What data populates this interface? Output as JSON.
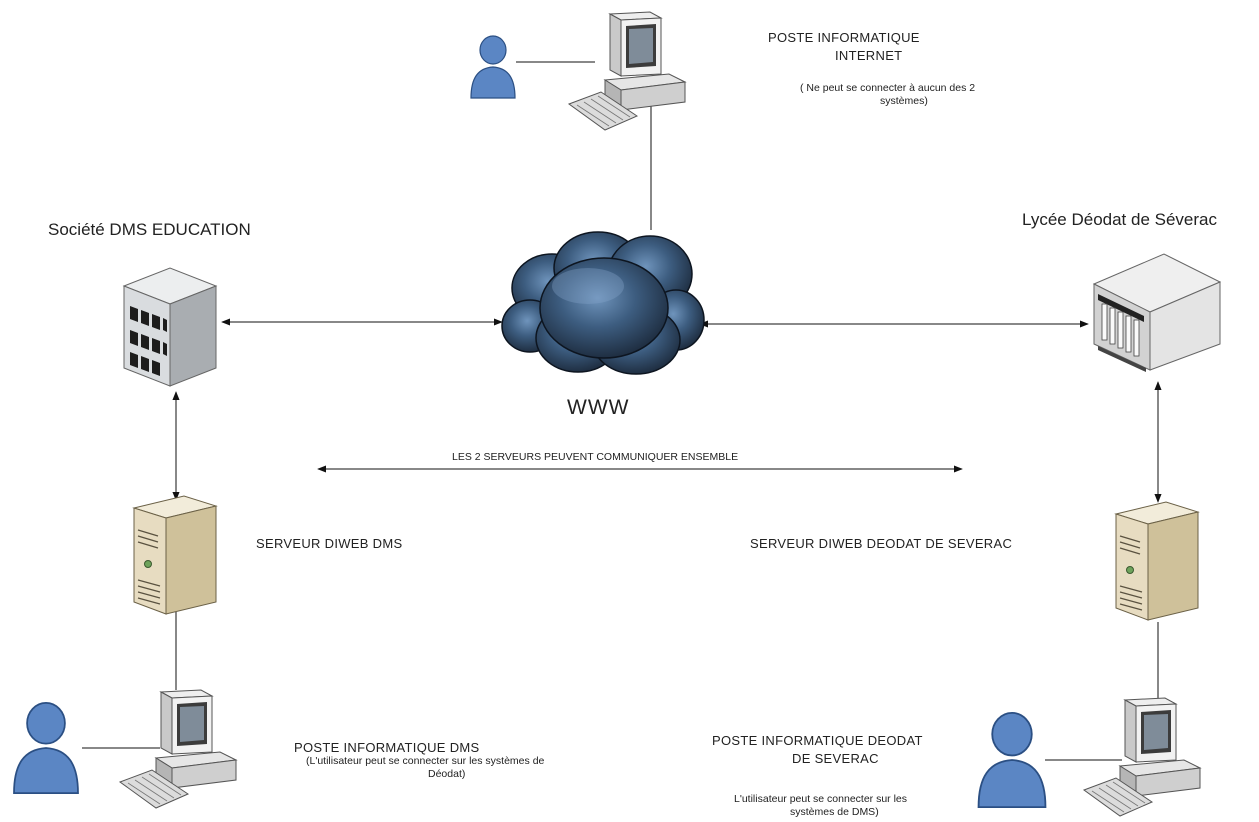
{
  "nodes": {
    "internet_station": {
      "title_line1": "POSTE INFORMATIQUE",
      "title_line2": "INTERNET",
      "note_line1": "( Ne peut se connecter à aucun des 2",
      "note_line2": "systèmes)"
    },
    "dms_company": {
      "title": "Société DMS EDUCATION"
    },
    "lycee": {
      "title": "Lycée Déodat de Séverac"
    },
    "cloud": {
      "title": "WWW"
    },
    "dms_server": {
      "title": "SERVEUR DIWEB DMS"
    },
    "deodat_server": {
      "title": "SERVEUR DIWEB DEODAT DE SEVERAC"
    },
    "dms_station": {
      "title": "POSTE INFORMATIQUE DMS",
      "note_line1": "(L'utilisateur peut se connecter sur les systèmes de",
      "note_line2": "Déodat)"
    },
    "deodat_station": {
      "title_line1": "POSTE INFORMATIQUE DEODAT",
      "title_line2": "DE SEVERAC",
      "note_line1": "L'utilisateur peut se connecter sur les",
      "note_line2": "systèmes de DMS)"
    }
  },
  "links": {
    "servers_link_label": "LES 2 SERVEURS PEUVENT COMMUNIQUER ENSEMBLE"
  },
  "colors": {
    "user_blue": "#5b86c4",
    "cloud_dark": "#1c2b3d",
    "server_beige": "#e7dcc1",
    "building_grey": "#d9dcdf",
    "line": "#111111"
  }
}
